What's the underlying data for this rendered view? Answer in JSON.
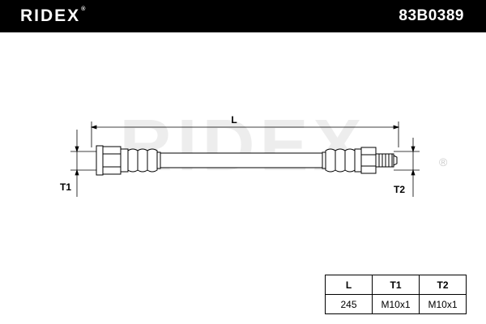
{
  "header": {
    "brand": "RIDEX",
    "brand_mark": "®",
    "part_number": "83B0389"
  },
  "watermark": {
    "text": "RIDEX"
  },
  "drawing": {
    "dimension_length": "L",
    "dimension_thread_1": "T1",
    "dimension_thread_2": "T2"
  },
  "spec_table": {
    "headers": [
      "L",
      "T1",
      "T2"
    ],
    "values": [
      "245",
      "M10x1",
      "M10x1"
    ]
  },
  "colors": {
    "header_bg": "#000000",
    "line": "#000000",
    "watermark": "#ededed"
  }
}
